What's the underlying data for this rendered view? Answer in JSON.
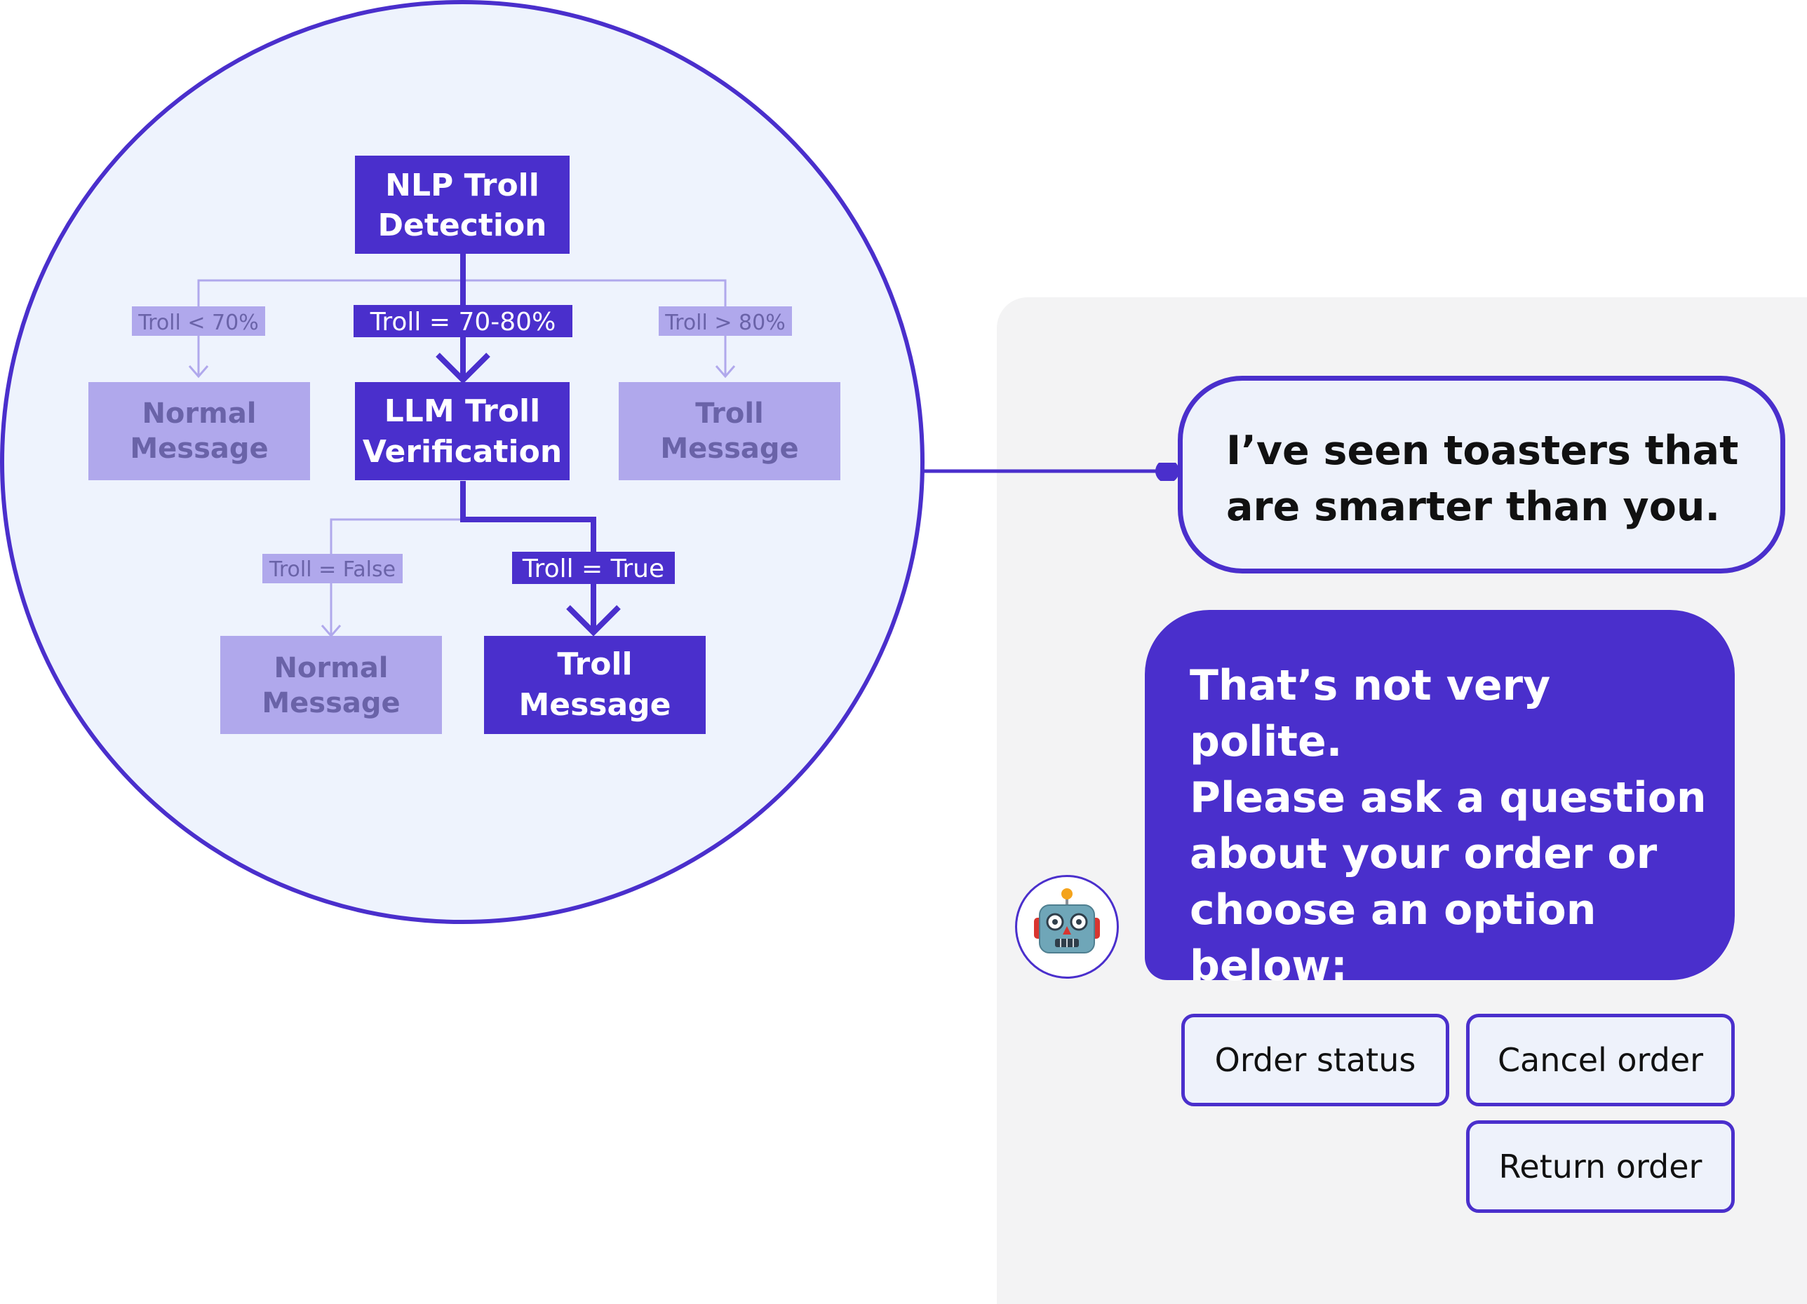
{
  "flowchart": {
    "root": {
      "line1": "NLP Troll",
      "line2": "Detection"
    },
    "branch_left_label": "Troll < 70%",
    "branch_mid_label": "Troll = 70-80%",
    "branch_right_label": "Troll > 80%",
    "normal_1": {
      "line1": "Normal",
      "line2": "Message"
    },
    "llm": {
      "line1": "LLM Troll",
      "line2": "Verification"
    },
    "troll_1": {
      "line1": "Troll",
      "line2": "Message"
    },
    "false_label": "Troll = False",
    "true_label": "Troll = True",
    "normal_2": {
      "line1": "Normal",
      "line2": "Message"
    },
    "troll_2": {
      "line1": "Troll",
      "line2": "Message"
    }
  },
  "chat": {
    "user_message": {
      "line1": "I’ve seen toasters that",
      "line2": "are smarter than you."
    },
    "bot_message": {
      "line1": "That’s not very polite.",
      "line2": "Please ask a question",
      "line3": "about your order or",
      "line4": "choose an option",
      "line5": "below:"
    },
    "avatar_icon": "robot-icon",
    "options": [
      "Order status",
      "Cancel order",
      "Return order"
    ]
  },
  "colors": {
    "accent": "#4a2fcc",
    "muted": "#b0a8ec",
    "muted_text": "#6a63a8",
    "circle_fill": "#eef3fd",
    "panel": "#f3f3f4"
  }
}
